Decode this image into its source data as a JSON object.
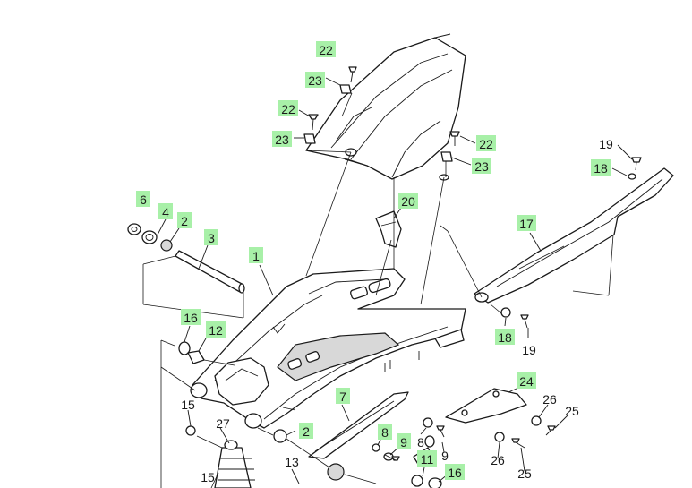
{
  "diagram": {
    "highlight_color": "#a8f0a8",
    "line_color": "#1a1a1a",
    "callouts": [
      {
        "label": "22",
        "highlighted": true
      },
      {
        "label": "23",
        "highlighted": true
      },
      {
        "label": "22",
        "highlighted": true
      },
      {
        "label": "23",
        "highlighted": true
      },
      {
        "label": "22",
        "highlighted": true
      },
      {
        "label": "23",
        "highlighted": true
      },
      {
        "label": "19",
        "highlighted": false
      },
      {
        "label": "18",
        "highlighted": true
      },
      {
        "label": "6",
        "highlighted": true
      },
      {
        "label": "4",
        "highlighted": true
      },
      {
        "label": "2",
        "highlighted": true
      },
      {
        "label": "3",
        "highlighted": true
      },
      {
        "label": "20",
        "highlighted": true
      },
      {
        "label": "17",
        "highlighted": true
      },
      {
        "label": "1",
        "highlighted": true
      },
      {
        "label": "16",
        "highlighted": true
      },
      {
        "label": "12",
        "highlighted": true
      },
      {
        "label": "18",
        "highlighted": true
      },
      {
        "label": "19",
        "highlighted": false
      },
      {
        "label": "24",
        "highlighted": true
      },
      {
        "label": "7",
        "highlighted": true
      },
      {
        "label": "26",
        "highlighted": false
      },
      {
        "label": "25",
        "highlighted": false
      },
      {
        "label": "15",
        "highlighted": false
      },
      {
        "label": "27",
        "highlighted": false
      },
      {
        "label": "2",
        "highlighted": true
      },
      {
        "label": "8",
        "highlighted": true
      },
      {
        "label": "8",
        "highlighted": false
      },
      {
        "label": "9",
        "highlighted": true
      },
      {
        "label": "9",
        "highlighted": false
      },
      {
        "label": "26",
        "highlighted": false
      },
      {
        "label": "25",
        "highlighted": false
      },
      {
        "label": "13",
        "highlighted": false
      },
      {
        "label": "11",
        "highlighted": true
      },
      {
        "label": "16",
        "highlighted": true
      },
      {
        "label": "15",
        "highlighted": false
      }
    ]
  }
}
